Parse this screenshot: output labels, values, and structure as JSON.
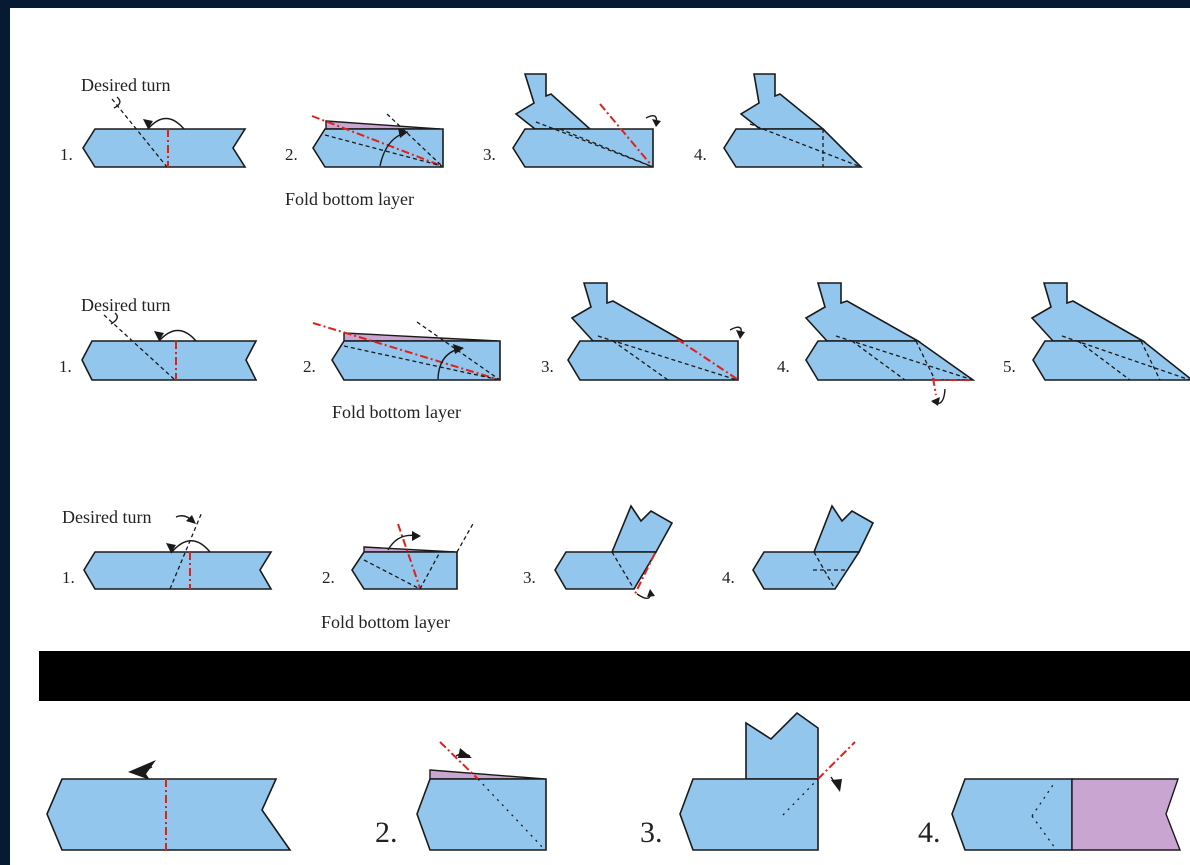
{
  "colors": {
    "background": "#071a33",
    "paper_blue": "#92c6ec",
    "paper_back": "#c9a6d2",
    "mountain_fold": "#e0201a",
    "valley_fold": "#1a1a1a",
    "bar": "#000000"
  },
  "rows": [
    {
      "label": "Desired turn",
      "caption": "Fold bottom layer",
      "steps": [
        "1.",
        "2.",
        "3.",
        "4."
      ]
    },
    {
      "label": "Desired turn",
      "caption": "Fold bottom layer",
      "steps": [
        "1.",
        "2.",
        "3.",
        "4.",
        "5."
      ]
    },
    {
      "label": "Desired turn",
      "caption": "Fold bottom layer",
      "steps": [
        "1.",
        "2.",
        "3.",
        "4."
      ]
    },
    {
      "steps": [
        "2.",
        "3.",
        "4."
      ]
    }
  ]
}
